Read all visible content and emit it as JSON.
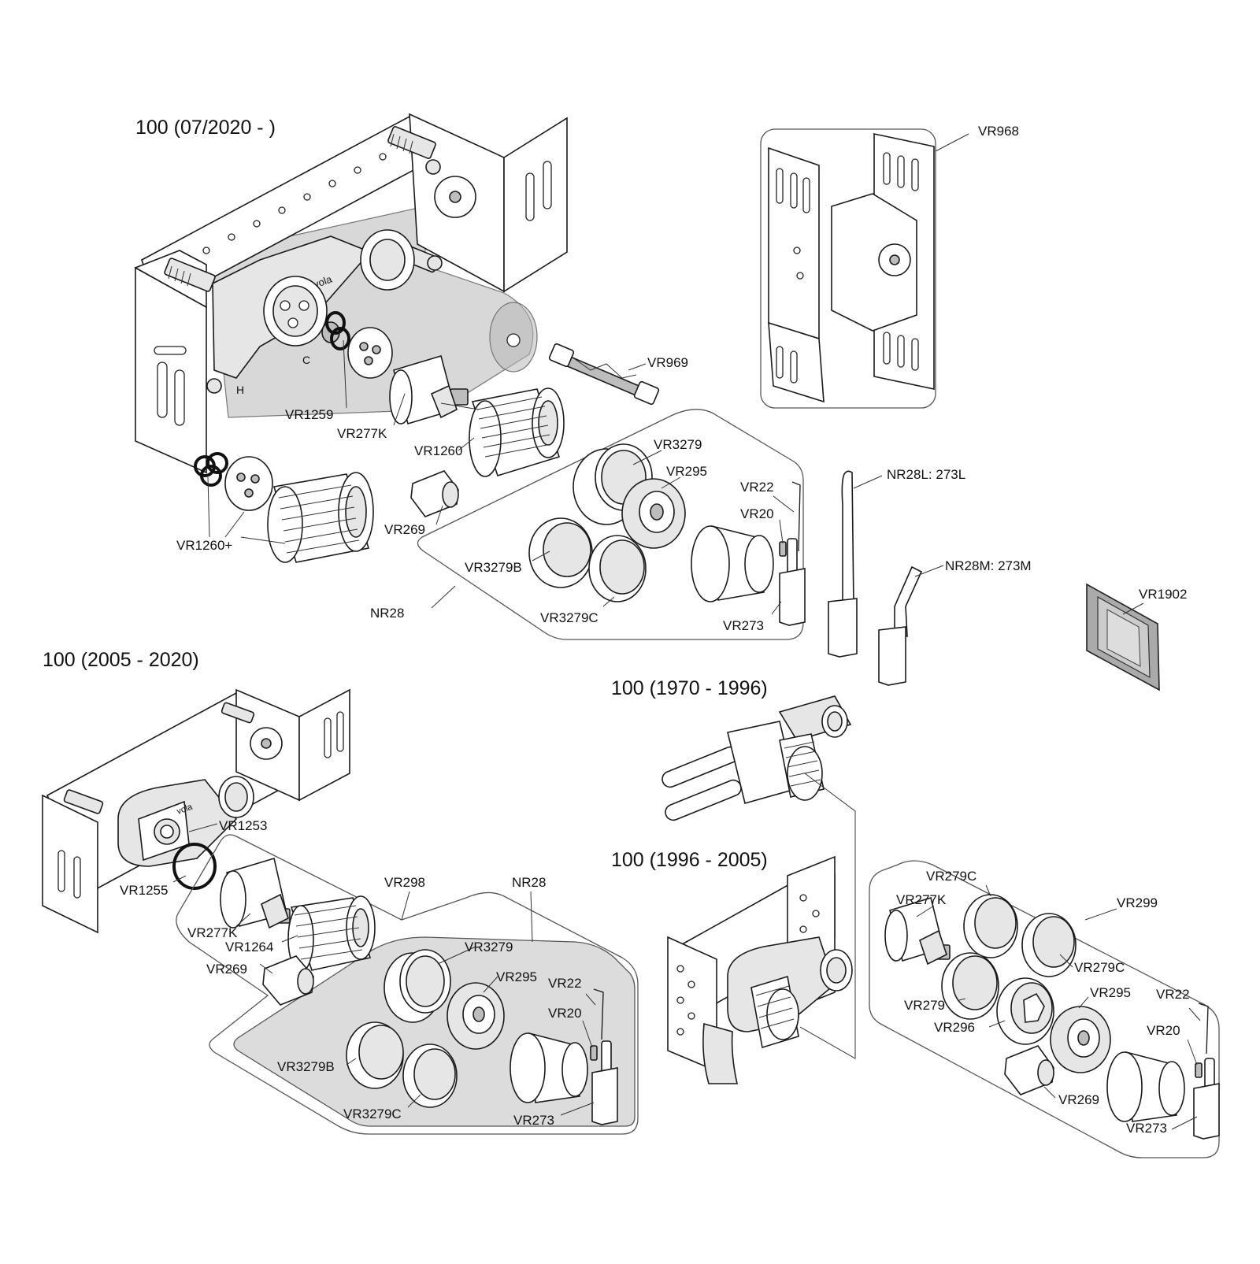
{
  "sections": {
    "s2020": "100 (07/2020 - )",
    "s2005": "100 (2005 - 2020)",
    "s1970": "100 (1970 - 1996)",
    "s1996": "100 (1996 - 2005)"
  },
  "labels": {
    "vr968": "VR968",
    "vr969": "VR969",
    "vr1259": "VR1259",
    "vr277k_a": "VR277K",
    "vr1260": "VR1260",
    "vr3279_a": "VR3279",
    "vr295_a": "VR295",
    "vr22_a": "VR22",
    "vr20_a": "VR20",
    "nr28l": "NR28L: 273L",
    "vr269_a": "VR269",
    "vr1260p": "VR1260+",
    "vr3279b_a": "VR3279B",
    "nr28_a": "NR28",
    "vr3279c_a": "VR3279C",
    "vr273_a": "VR273",
    "nr28m": "NR28M: 273M",
    "vr1902": "VR1902",
    "vr1253": "VR1253",
    "vr1255": "VR1255",
    "vr298": "VR298",
    "nr28_b": "NR28",
    "vr277k_b": "VR277K",
    "vr1264": "VR1264",
    "vr3279_b": "VR3279",
    "vr269_b": "VR269",
    "vr295_b": "VR295",
    "vr22_b": "VR22",
    "vr20_b": "VR20",
    "vr3279b_b": "VR3279B",
    "vr3279c_b": "VR3279C",
    "vr273_b": "VR273",
    "vr279c_a": "VR279C",
    "vr277k_c": "VR277K",
    "vr299": "VR299",
    "vr279c_b": "VR279C",
    "vr279": "VR279",
    "vr295_c": "VR295",
    "vr22_c": "VR22",
    "vr296": "VR296",
    "vr20_c": "VR20",
    "vr269_c": "VR269",
    "vr273_c": "VR273"
  },
  "brand_marks": {
    "logo_2020": "vola",
    "logo_2005": "vola",
    "valve_h": "H",
    "valve_c": "C"
  }
}
